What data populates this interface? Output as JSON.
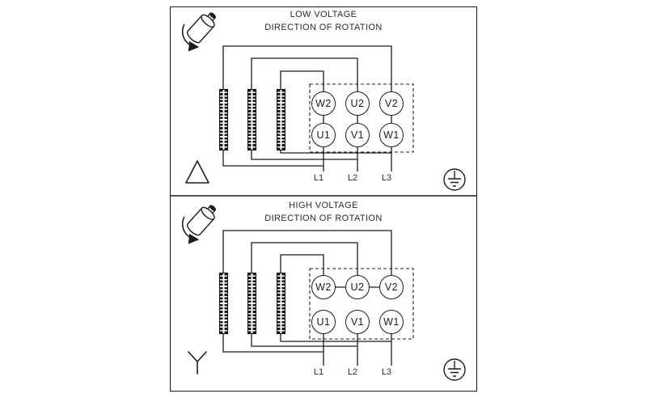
{
  "diagram": {
    "panels": [
      {
        "title": "LOW VOLTAGE",
        "subtitle": "DIRECTION OF ROTATION",
        "connection": "delta",
        "terminals_top": [
          "W2",
          "U2",
          "V2"
        ],
        "terminals_bottom": [
          "U1",
          "V1",
          "W1"
        ],
        "line_labels": [
          "L1",
          "L2",
          "L3"
        ]
      },
      {
        "title": "HIGH VOLTAGE",
        "subtitle": "DIRECTION OF ROTATION",
        "connection": "wye",
        "terminals_top": [
          "W2",
          "U2",
          "V2"
        ],
        "terminals_bottom": [
          "U1",
          "V1",
          "W1"
        ],
        "line_labels": [
          "L1",
          "L2",
          "L3"
        ]
      }
    ],
    "icons": {
      "rotation": "rotation-direction-icon",
      "delta": "delta-connection-icon",
      "wye": "wye-connection-icon",
      "ground": "earth-ground-icon",
      "terminal_strip": "terminal-strip-icon"
    },
    "colors": {
      "line": "#1c1c1c",
      "background": "#ffffff"
    }
  }
}
